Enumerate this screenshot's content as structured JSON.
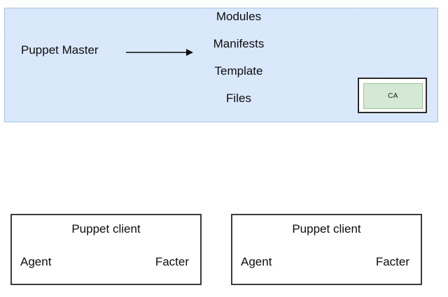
{
  "diagram": {
    "master": {
      "label": "Puppet Master",
      "panel_fill": "#dae8fc",
      "panel_border": "#a8c0e4",
      "resources": [
        {
          "label": "Modules"
        },
        {
          "label": "Manifests"
        },
        {
          "label": "Template"
        },
        {
          "label": "Files"
        }
      ],
      "ca": {
        "label": "CA",
        "fill": "#d5e8d4",
        "border": "#9cc69b",
        "outer_border": "#2b2b2b"
      }
    },
    "clients": [
      {
        "title": "Puppet client",
        "left_component": "Agent",
        "right_component": "Facter"
      },
      {
        "title": "Puppet client",
        "left_component": "Agent",
        "right_component": "Facter"
      }
    ]
  }
}
